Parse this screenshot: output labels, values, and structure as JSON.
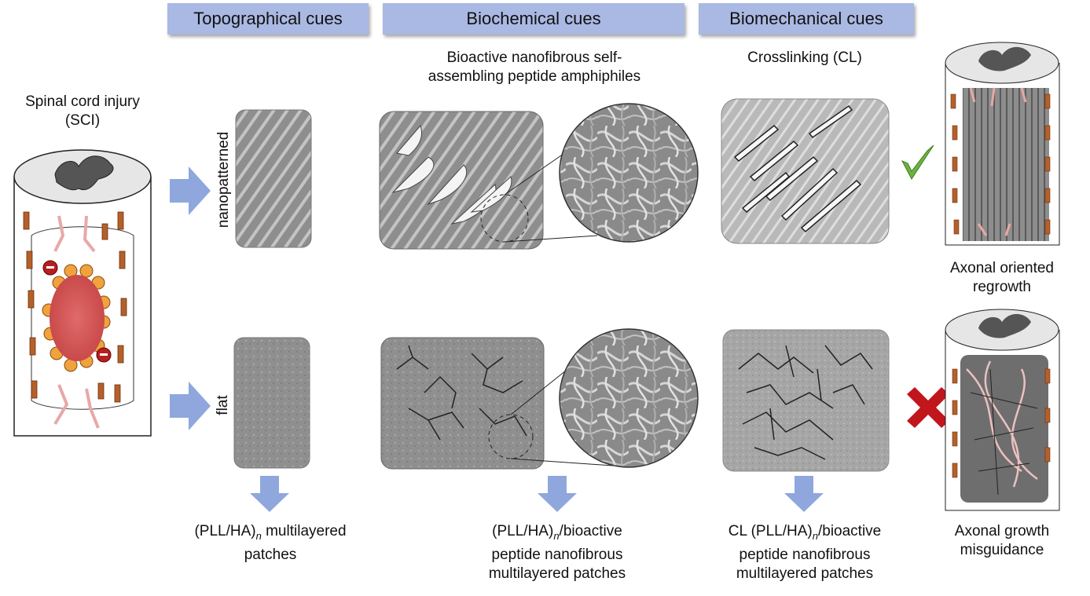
{
  "headers": {
    "topographical": "Topographical cues",
    "biochemical": "Biochemical cues",
    "biomechanical": "Biomechanical cues"
  },
  "sci": {
    "line1": "Spinal cord injury",
    "line2": "(SCI)"
  },
  "pa_caption": {
    "line1": "Bioactive nanofibrous self-",
    "line2": "assembling peptide amphiphiles"
  },
  "cl_caption": "Crosslinking (CL)",
  "row_labels": {
    "top": "nanopatterned",
    "bottom": "flat"
  },
  "outcomes": {
    "good": {
      "line1": "Axonal oriented",
      "line2": "regrowth"
    },
    "bad": {
      "line1": "Axonal growth",
      "line2": "misguidance"
    }
  },
  "patches": {
    "p1": {
      "pre": "(PLL/HA)",
      "sub": "n",
      "post": " multilayered",
      "line2": "patches"
    },
    "p2": {
      "pre": "(PLL/HA)",
      "sub": "n",
      "post": "/bioactive",
      "line2": "peptide nanofibrous",
      "line3": "multilayered patches"
    },
    "p3": {
      "pre": "CL (PLL/HA)",
      "sub": "n",
      "post": "/bioactive",
      "line2": "peptide nanofibrous",
      "line3": "multilayered patches"
    }
  },
  "colors": {
    "header": "#a9b9e3",
    "arrow": "#8fa7dd",
    "check": "#6cb33f",
    "cross": "#c0161c",
    "lesion": "#d95a5a",
    "astrocyte": "#f0a23c"
  }
}
